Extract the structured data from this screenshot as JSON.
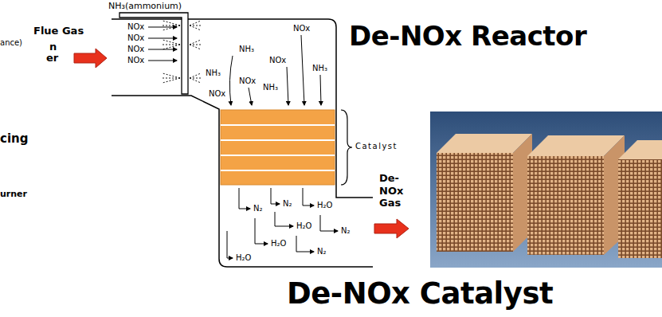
{
  "diagram": {
    "labels": [
      "NH₃(ammonium)",
      "Flue Gas",
      "ance)",
      "n",
      "er",
      "cing",
      "urner",
      "NOx",
      "NOx",
      "NOx",
      "NOx",
      "NOx",
      "NH₃",
      "NOx",
      "NH₃",
      "NH₃",
      "NOx",
      "NH₃",
      "NOx",
      "De-NOx Reactor",
      "Catalyst",
      "De-NOx Gas",
      "N₂",
      "N₂",
      "H₂O",
      "H₂O",
      "N₂",
      "H₂O",
      "N₂",
      "H₂O",
      "De-NOx Catalyst"
    ]
  }
}
